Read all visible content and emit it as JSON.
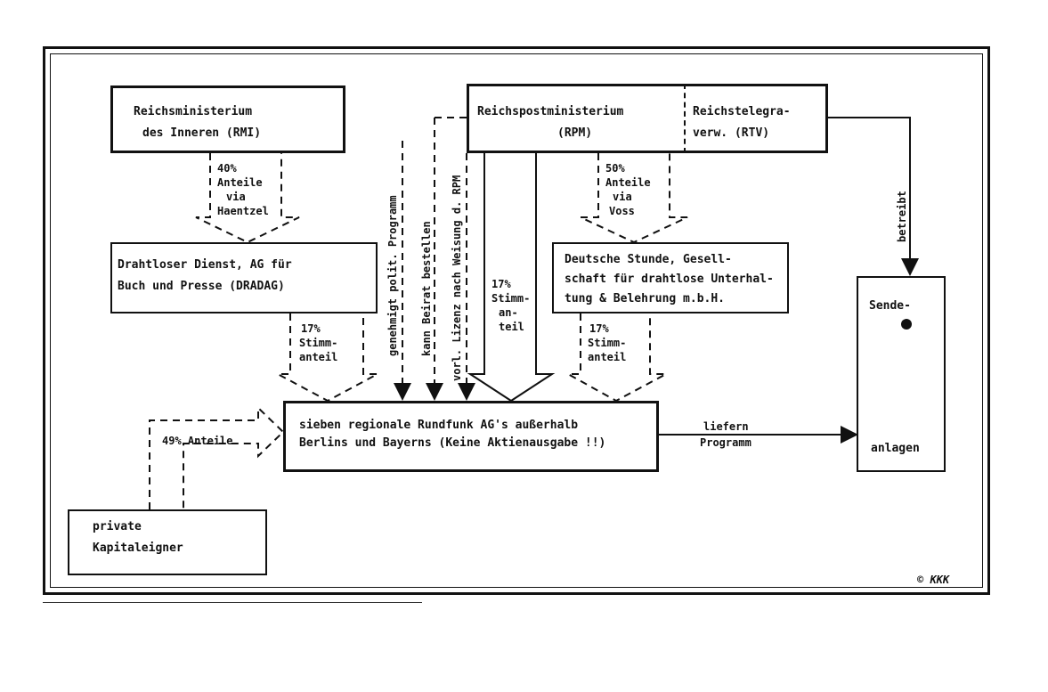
{
  "boxes": {
    "rmi": {
      "line1": "Reichsministerium",
      "line2": "des Inneren (RMI)"
    },
    "rpm": {
      "line1": "Reichspostministerium",
      "line2": "(RPM)"
    },
    "rtv": {
      "line1": "Reichstelegra-",
      "line2": "verw. (RTV)"
    },
    "dradag": {
      "line1": "Drahtloser Dienst, AG für",
      "line2": "Buch und Presse (DRADAG)"
    },
    "deutsche_stunde": {
      "line1": "Deutsche Stunde, Gesell-",
      "line2": "schaft für drahtlose Unterhal-",
      "line3": "tung & Belehrung m.b.H."
    },
    "rundfunk": {
      "line1": "sieben regionale Rundfunk AG's außerhalb",
      "line2": "Berlins und Bayerns (Keine Aktienausgabe !!)"
    },
    "kapital": {
      "line1": "private",
      "line2": "Kapitaleigner"
    },
    "sende": {
      "line1": "Sende-",
      "line2": "anlagen"
    }
  },
  "labels": {
    "rmi_share": [
      "40%",
      "Anteile",
      "via",
      "Haentzel"
    ],
    "rpm_share": [
      "50%",
      "Anteile",
      "via",
      "Voss"
    ],
    "dradag_vote": [
      "17%",
      "Stimm-",
      "anteil"
    ],
    "rpm_vote": [
      "17%",
      "Stimm-",
      "an-",
      "teil"
    ],
    "ds_vote": [
      "17%",
      "Stimm-",
      "anteil"
    ],
    "private_share": "49% Anteile",
    "liefern": [
      "liefern",
      "Programm"
    ],
    "betreibt": "betreibt",
    "genehmigt": "genehmigt polit. Programm",
    "beirat": "kann Beirat bestellen",
    "lizenz": "vorl. Lizenz nach Weisung d. RPM",
    "copyright": "© KKK"
  }
}
